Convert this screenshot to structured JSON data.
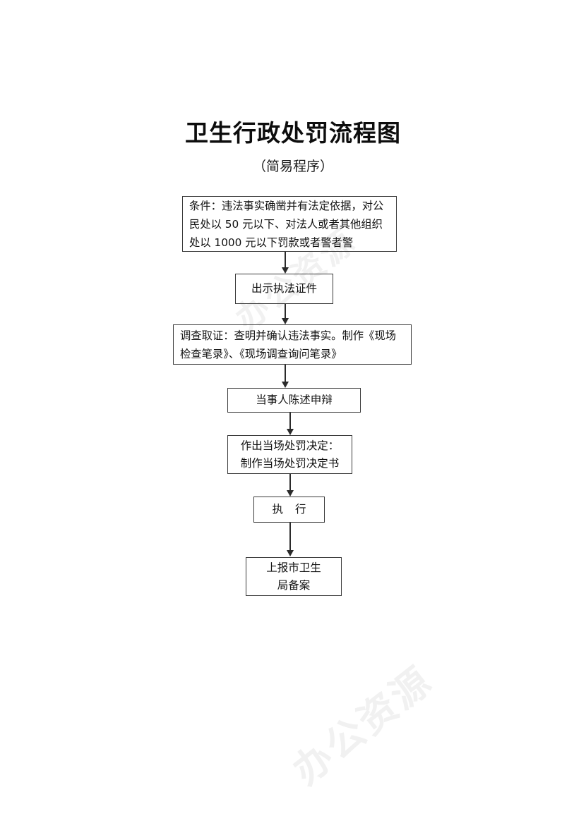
{
  "document": {
    "title": "卫生行政处罚流程图",
    "subtitle": "（简易程序）"
  },
  "watermark": {
    "text_a": "办公资源",
    "text_b": "办公资源"
  },
  "flowchart": {
    "type": "flowchart",
    "orientation": "top-to-bottom",
    "nodes": [
      {
        "id": "condition",
        "shape": "rectangle",
        "label": "条件：违法事实确凿并有法定依据，对公民处以 50 元以下、对法人或者其他组织处以 1000 元以下罚款或者警者警"
      },
      {
        "id": "show-credentials",
        "shape": "rectangle",
        "label": "出示执法证件"
      },
      {
        "id": "investigate",
        "shape": "rectangle",
        "label": "调查取证：查明并确认违法事实。制作《现场检查笔录》、《现场调查询问笔录》"
      },
      {
        "id": "statement",
        "shape": "rectangle",
        "label": "当事人陈述申辩"
      },
      {
        "id": "decision",
        "shape": "rectangle",
        "label": "作出当场处罚决定：\n制作当场处罚决定书"
      },
      {
        "id": "execute",
        "shape": "rectangle",
        "label": "执 行"
      },
      {
        "id": "report",
        "shape": "rectangle",
        "label": "上报市卫生\n局备案"
      }
    ],
    "edges": [
      {
        "from": "condition",
        "to": "show-credentials",
        "style": "solid-arrow"
      },
      {
        "from": "show-credentials",
        "to": "investigate",
        "style": "solid-arrow"
      },
      {
        "from": "investigate",
        "to": "statement",
        "style": "solid-arrow"
      },
      {
        "from": "statement",
        "to": "decision",
        "style": "solid-arrow"
      },
      {
        "from": "decision",
        "to": "execute",
        "style": "solid-arrow"
      },
      {
        "from": "execute",
        "to": "report",
        "style": "solid-arrow"
      }
    ],
    "colors": {
      "border": "#3a3a3a",
      "text": "#111111",
      "arrow": "#2b2b2b",
      "background": "#ffffff"
    }
  }
}
